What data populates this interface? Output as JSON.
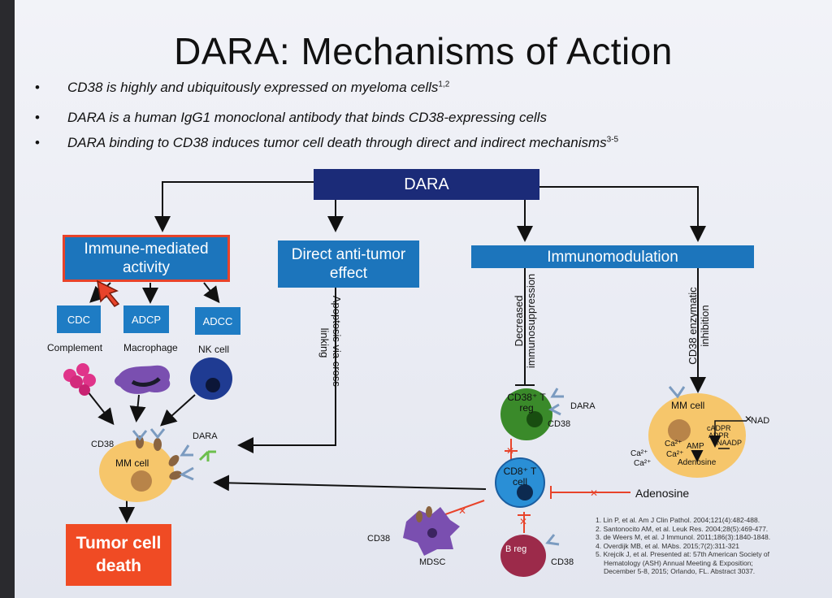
{
  "title": "DARA: Mechanisms of Action",
  "bullets": [
    {
      "text": "CD38 is highly and ubiquitously expressed on myeloma cells",
      "sup": "1,2"
    },
    {
      "text": "DARA is a human IgG1 monoclonal antibody that binds CD38-expressing cells",
      "sup": ""
    },
    {
      "text": "DARA binding to CD38 induces tumor cell death through direct and indirect mechanisms",
      "sup": "3-5"
    }
  ],
  "bullet_symbol": "•",
  "diagram": {
    "top": "DARA",
    "branches": {
      "immune": "Immune-mediated activity",
      "direct": "Direct anti-tumor effect",
      "immunomod": "Immunomodulation"
    },
    "effectors": [
      {
        "box": "CDC",
        "cell": "Complement"
      },
      {
        "box": "ADCP",
        "cell": "Macrophage"
      },
      {
        "box": "ADCC",
        "cell": "NK cell"
      }
    ],
    "edge_labels": {
      "apoptosis": "Apoptosis via cross-linking",
      "decreased": "Decreased immunosuppression",
      "enzymatic": "CD38 enzymatic inhibition"
    },
    "cells": {
      "mm_left": "MM cell",
      "mm_right": "MM cell",
      "treg": "CD38⁺ T reg",
      "cd8": "CD8⁺ T cell",
      "breg": "B reg",
      "mdsc": "MDSC"
    },
    "labels": {
      "cd38": "CD38",
      "dara": "DARA",
      "adenosine": "Adenosine",
      "nad": "NAD",
      "cadpr": "cADPR",
      "adpr": "ADPR",
      "naadp": "NAADP",
      "amp": "AMP",
      "ca": "Ca²⁺",
      "adenosine_in": "Adenosine"
    },
    "outcome": "Tumor cell death"
  },
  "references": [
    "1. Lin P, et al. Am J Clin Pathol. 2004;121(4):482-488.",
    "2. Santonocito AM, et al. Leuk Res. 2004;28(5):469-477.",
    "3. de Weers M, et al. J Immunol. 2011;186(3):1840-1848.",
    "4. Overdijk MB, et al. MAbs. 2015;7(2):311-321",
    "5. Krejcik J, et al. Presented at: 57th American Society of",
    "Hematology (ASH) Annual Meeting & Exposition;",
    "December 5-8, 2015; Orlando, FL. Abstract 3037."
  ],
  "colors": {
    "dara_box": "#1b2b78",
    "branch_box": "#1c75bc",
    "highlight": "#e8432a",
    "tumor_box": "#f04b24",
    "inhibit": "#e8432a"
  }
}
